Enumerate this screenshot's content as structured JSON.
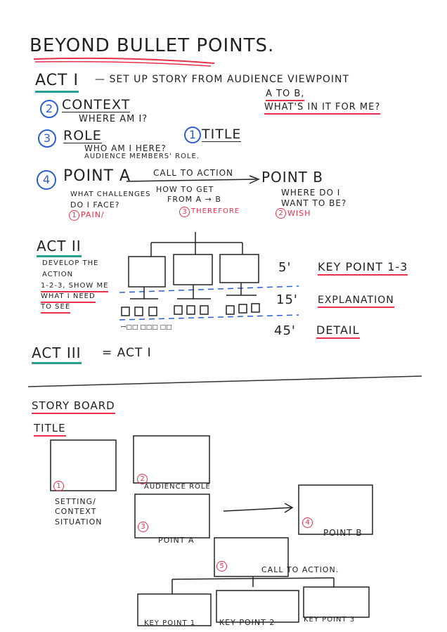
{
  "title": "Beyond Bullet Points.",
  "act1": {
    "heading": "Act I",
    "subtitle": "— Set up story from audience viewpoint",
    "a_to_b": "A to B,",
    "whats_in_it": "What's in it for me?",
    "context": {
      "num": "2",
      "label": "Context",
      "note": "Where am I?"
    },
    "role": {
      "num": "3",
      "label": "Role",
      "note1": "Who am I here?",
      "note2": "Audience members' role."
    },
    "title_item": {
      "num": "1",
      "label": "Title"
    },
    "point_a": {
      "num": "4",
      "label": "Point A",
      "note1": "What challenges",
      "note2": "do I face?",
      "tag_num": "1",
      "tag": "Pain/"
    },
    "call_to_action": {
      "label": "Call to Action",
      "note1": "How to get",
      "note2": "from A → B",
      "tag_num": "3",
      "tag": "Therefore"
    },
    "point_b": {
      "label": "Point B",
      "note1": "Where do I",
      "note2": "want to be?",
      "tag_num": "2",
      "tag": "Wish"
    }
  },
  "act2": {
    "heading": "Act II",
    "lines": [
      "Develop the",
      "action",
      "1-2-3, show me",
      "what I need",
      "to see"
    ],
    "levels": [
      {
        "time": "5'",
        "label": "Key Point 1-3"
      },
      {
        "time": "15'",
        "label": "Explanation"
      },
      {
        "time": "45'",
        "label": "Detail"
      }
    ]
  },
  "act3": {
    "heading": "Act III",
    "equals": "= Act I"
  },
  "storyboard": {
    "heading": "Story Board",
    "title_label": "Title",
    "frames": [
      {
        "num": "1",
        "caption1": "Setting/",
        "caption2": "Context",
        "caption3": "Situation"
      },
      {
        "num": "2",
        "caption": "Audience Role"
      },
      {
        "num": "3",
        "caption": "Point A"
      },
      {
        "num": "4",
        "caption": "Point B"
      },
      {
        "num": "5",
        "caption": "Call to Action."
      }
    ],
    "key_points": [
      "Key Point 1",
      "Key Point 2",
      "Key Point 3"
    ]
  }
}
